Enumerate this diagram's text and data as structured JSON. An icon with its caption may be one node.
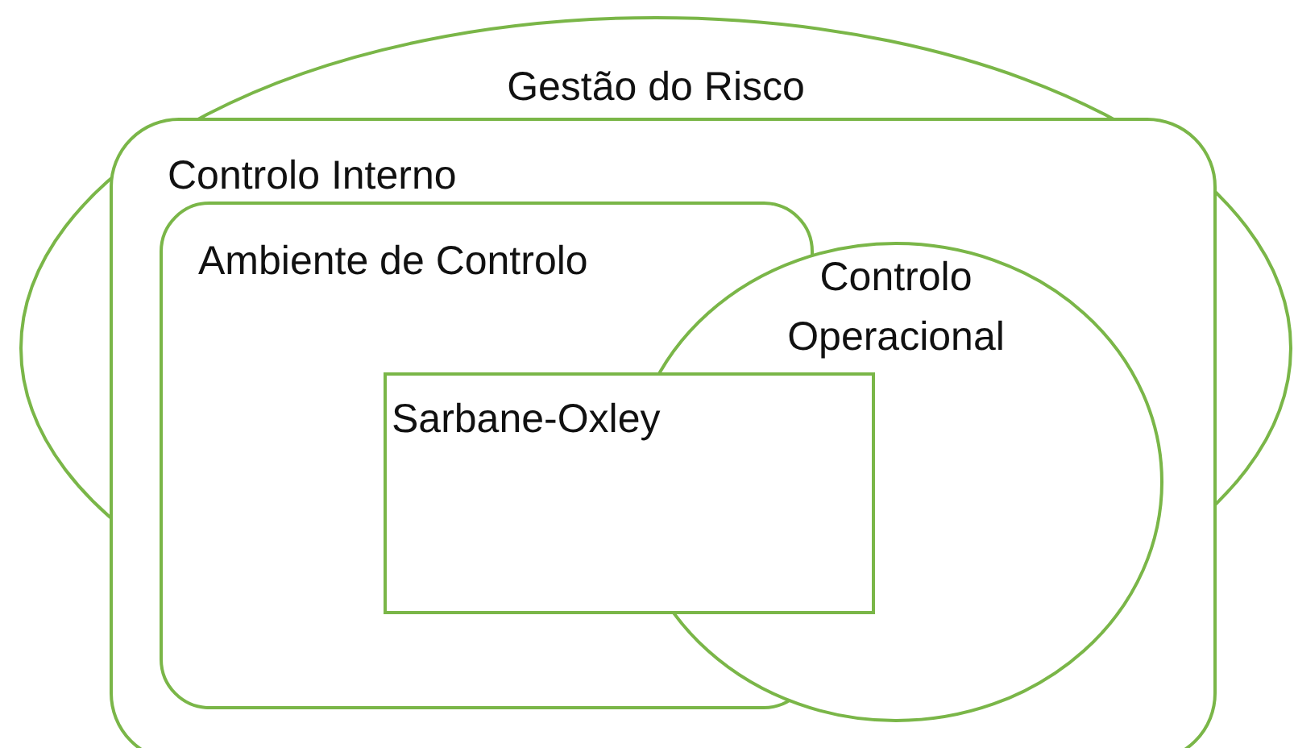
{
  "diagram": {
    "nodes": [
      {
        "text": [
          "Gestão do Risco"
        ]
      },
      {
        "text": [
          "Controlo Interno"
        ]
      },
      {
        "text": [
          "Ambiente de Controlo"
        ],
        "in": 1
      },
      {
        "text": [
          "Controlo Operacional"
        ],
        "in": 1
      },
      {
        "text": [
          "Sarbane-Oxley"
        ],
        "in": 1
      }
    ]
  }
}
